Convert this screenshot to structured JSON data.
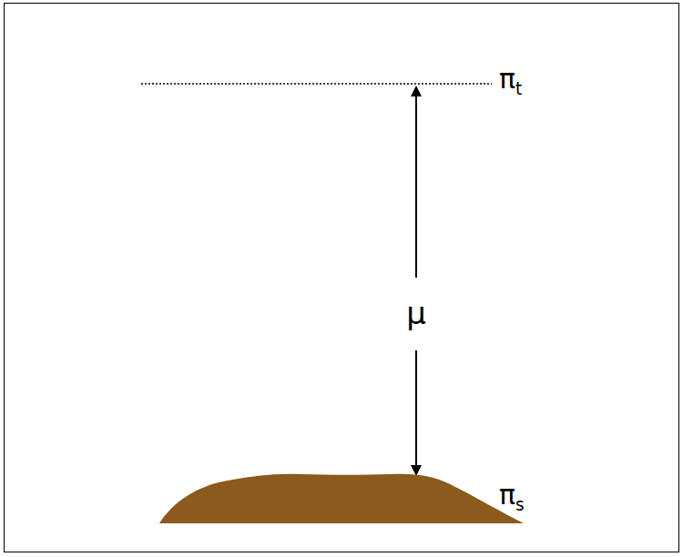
{
  "diagram": {
    "labels": [
      "πt",
      "μ",
      "πs"
    ]
  }
}
